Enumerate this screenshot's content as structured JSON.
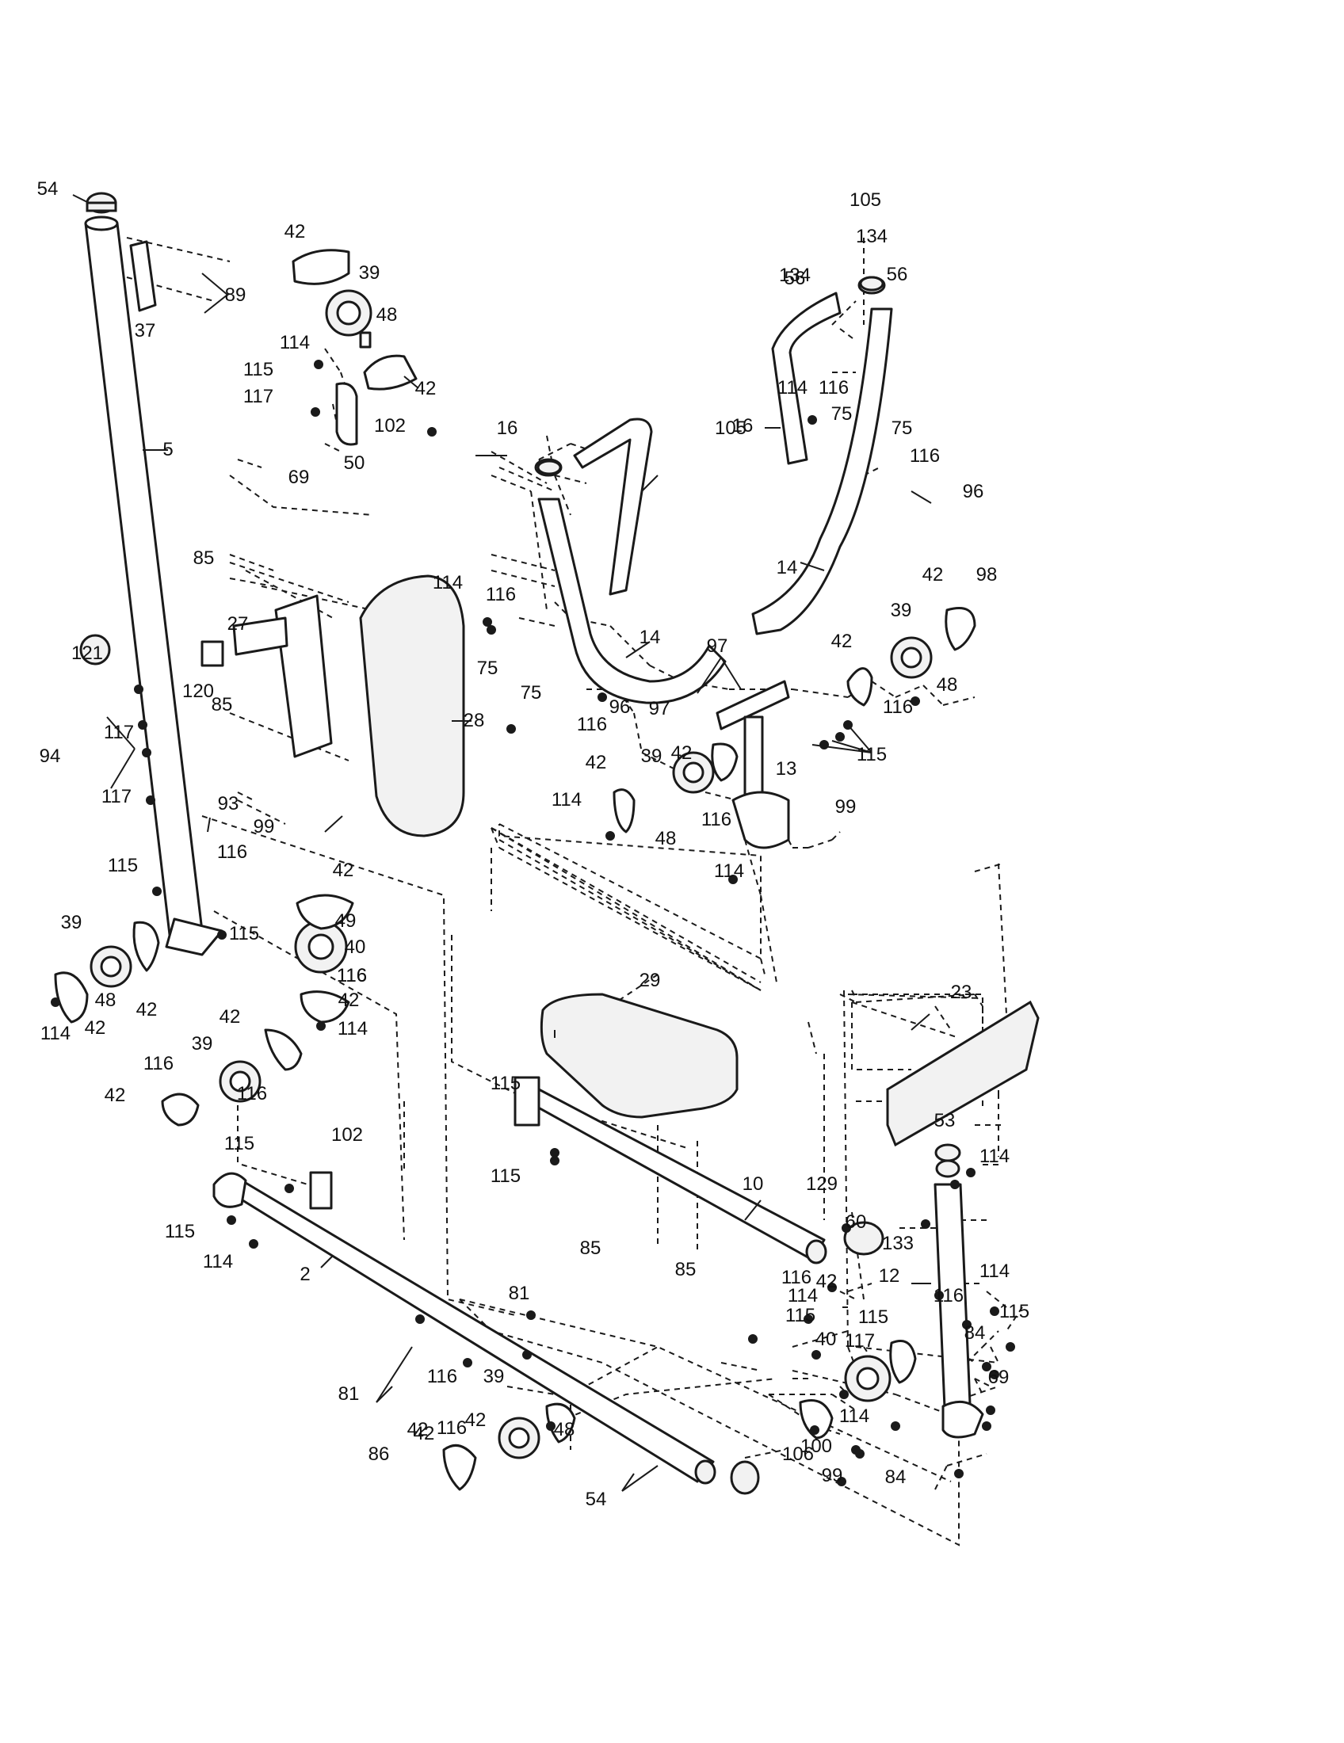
{
  "labels": [
    {
      "t": "54"
    },
    {
      "t": "89"
    },
    {
      "t": "37"
    },
    {
      "t": "5"
    },
    {
      "t": "42"
    },
    {
      "t": "39"
    },
    {
      "t": "48"
    },
    {
      "t": "114"
    },
    {
      "t": "115"
    },
    {
      "t": "117"
    },
    {
      "t": "42"
    },
    {
      "t": "102"
    },
    {
      "t": "50"
    },
    {
      "t": "69"
    },
    {
      "t": "105"
    },
    {
      "t": "134"
    },
    {
      "t": "56"
    },
    {
      "t": "16"
    },
    {
      "t": "105"
    },
    {
      "t": "134"
    },
    {
      "t": "56"
    },
    {
      "t": "16"
    },
    {
      "t": "114"
    },
    {
      "t": "116"
    },
    {
      "t": "75"
    },
    {
      "t": "75"
    },
    {
      "t": "116"
    },
    {
      "t": "96"
    },
    {
      "t": "14"
    },
    {
      "t": "14"
    },
    {
      "t": "85"
    },
    {
      "t": "114"
    },
    {
      "t": "116"
    },
    {
      "t": "75"
    },
    {
      "t": "27"
    },
    {
      "t": "121"
    },
    {
      "t": "120"
    },
    {
      "t": "85"
    },
    {
      "t": "28"
    },
    {
      "t": "97"
    },
    {
      "t": "97"
    },
    {
      "t": "75"
    },
    {
      "t": "116"
    },
    {
      "t": "96"
    },
    {
      "t": "42"
    },
    {
      "t": "98"
    },
    {
      "t": "39"
    },
    {
      "t": "42"
    },
    {
      "t": "116"
    },
    {
      "t": "48"
    },
    {
      "t": "115"
    },
    {
      "t": "13"
    },
    {
      "t": "42"
    },
    {
      "t": "39"
    },
    {
      "t": "42"
    },
    {
      "t": "116"
    },
    {
      "t": "114"
    },
    {
      "t": "48"
    },
    {
      "t": "99"
    },
    {
      "t": "114"
    },
    {
      "t": "117"
    },
    {
      "t": "94"
    },
    {
      "t": "117"
    },
    {
      "t": "93"
    },
    {
      "t": "99"
    },
    {
      "t": "116"
    },
    {
      "t": "115"
    },
    {
      "t": "42"
    },
    {
      "t": "49"
    },
    {
      "t": "116"
    },
    {
      "t": "39"
    },
    {
      "t": "115"
    },
    {
      "t": "40"
    },
    {
      "t": "116"
    },
    {
      "t": "42"
    },
    {
      "t": "114"
    },
    {
      "t": "48"
    },
    {
      "t": "42"
    },
    {
      "t": "114"
    },
    {
      "t": "42"
    },
    {
      "t": "29"
    },
    {
      "t": "23"
    },
    {
      "t": "42"
    },
    {
      "t": "39"
    },
    {
      "t": "116"
    },
    {
      "t": "116"
    },
    {
      "t": "42"
    },
    {
      "t": "115"
    },
    {
      "t": "115"
    },
    {
      "t": "102"
    },
    {
      "t": "115"
    },
    {
      "t": "115"
    },
    {
      "t": "114"
    },
    {
      "t": "85"
    },
    {
      "t": "53"
    },
    {
      "t": "114"
    },
    {
      "t": "2"
    },
    {
      "t": "10"
    },
    {
      "t": "129"
    },
    {
      "t": "60"
    },
    {
      "t": "133"
    },
    {
      "t": "85"
    },
    {
      "t": "81"
    },
    {
      "t": "12"
    },
    {
      "t": "114"
    },
    {
      "t": "116"
    },
    {
      "t": "115"
    },
    {
      "t": "116"
    },
    {
      "t": "114"
    },
    {
      "t": "42"
    },
    {
      "t": "115"
    },
    {
      "t": "115"
    },
    {
      "t": "40"
    },
    {
      "t": "117"
    },
    {
      "t": "84"
    },
    {
      "t": "81"
    },
    {
      "t": "116"
    },
    {
      "t": "39"
    },
    {
      "t": "42"
    },
    {
      "t": "42"
    },
    {
      "t": "48"
    },
    {
      "t": "42"
    },
    {
      "t": "116"
    },
    {
      "t": "114"
    },
    {
      "t": "69"
    },
    {
      "t": "100"
    },
    {
      "t": "106"
    },
    {
      "t": "86"
    },
    {
      "t": "99"
    },
    {
      "t": "84"
    },
    {
      "t": "54"
    }
  ]
}
